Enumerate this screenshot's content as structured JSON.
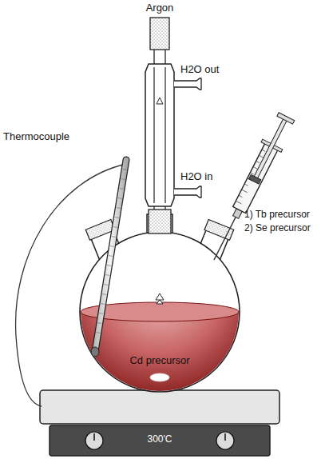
{
  "diagram": {
    "labels": [
      "Argon",
      "H2O out",
      "H2O in",
      "Thermocouple",
      "1) Tb precursor",
      "2) Se precursor",
      "Cd precursor",
      "300'C"
    ]
  }
}
